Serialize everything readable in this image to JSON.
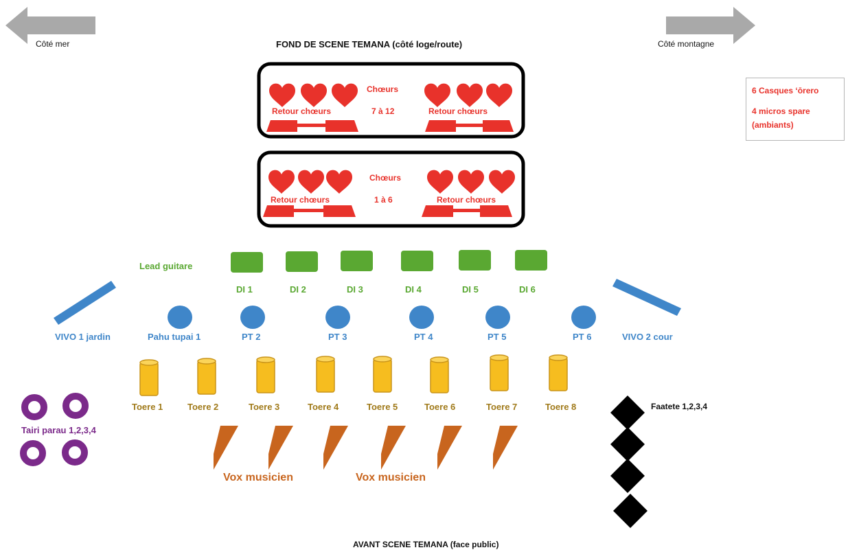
{
  "header": {
    "title": "FOND DE SCENE TEMANA (côté loge/route)",
    "left_arrow_label": "Côté mer",
    "right_arrow_label": "Côté montagne"
  },
  "footer": {
    "title": "AVANT SCENE TEMANA (face public)"
  },
  "legend": {
    "line1": "6 Casques ‘ōrero",
    "line2": "4 micros spare",
    "line3": "(ambiants)"
  },
  "choir_top": {
    "label": "Chœurs",
    "range": "7 à 12",
    "return_left": "Retour chœurs",
    "return_right": "Retour chœurs"
  },
  "choir_bottom": {
    "label": "Chœurs",
    "range": "1 à 6",
    "return_left": "Retour chœurs",
    "return_right": "Retour chœurs"
  },
  "lead_guitar": "Lead guitare",
  "di_labels": [
    "DI 1",
    "DI 2",
    "DI 3",
    "DI 4",
    "DI 5",
    "DI 6"
  ],
  "pt_labels": [
    "Pahu tupai 1",
    "PT 2",
    "PT 3",
    "PT 4",
    "PT 5",
    "PT 6"
  ],
  "vivo_left": "VIVO 1 jardin",
  "vivo_right": "VIVO 2 cour",
  "toere_labels": [
    "Toere 1",
    "Toere 2",
    "Toere 3",
    "Toere 4",
    "Toere 5",
    "Toere 6",
    "Toere 7",
    "Toere 8"
  ],
  "tairi_label": "Tairi parau 1,2,3,4",
  "faatete_label": "Faatete 1,2,3,4",
  "vox": [
    "Vox musicien",
    "Vox musicien"
  ],
  "colors": {
    "heart": "#e8322b",
    "di": "#5aa832",
    "percussion": "#3f86c9",
    "toere": "#f6bd1f",
    "vox": "#c8651e",
    "tairi": "#7b2a8a",
    "faatete": "#000000",
    "arrow": "#a9a9a9"
  }
}
